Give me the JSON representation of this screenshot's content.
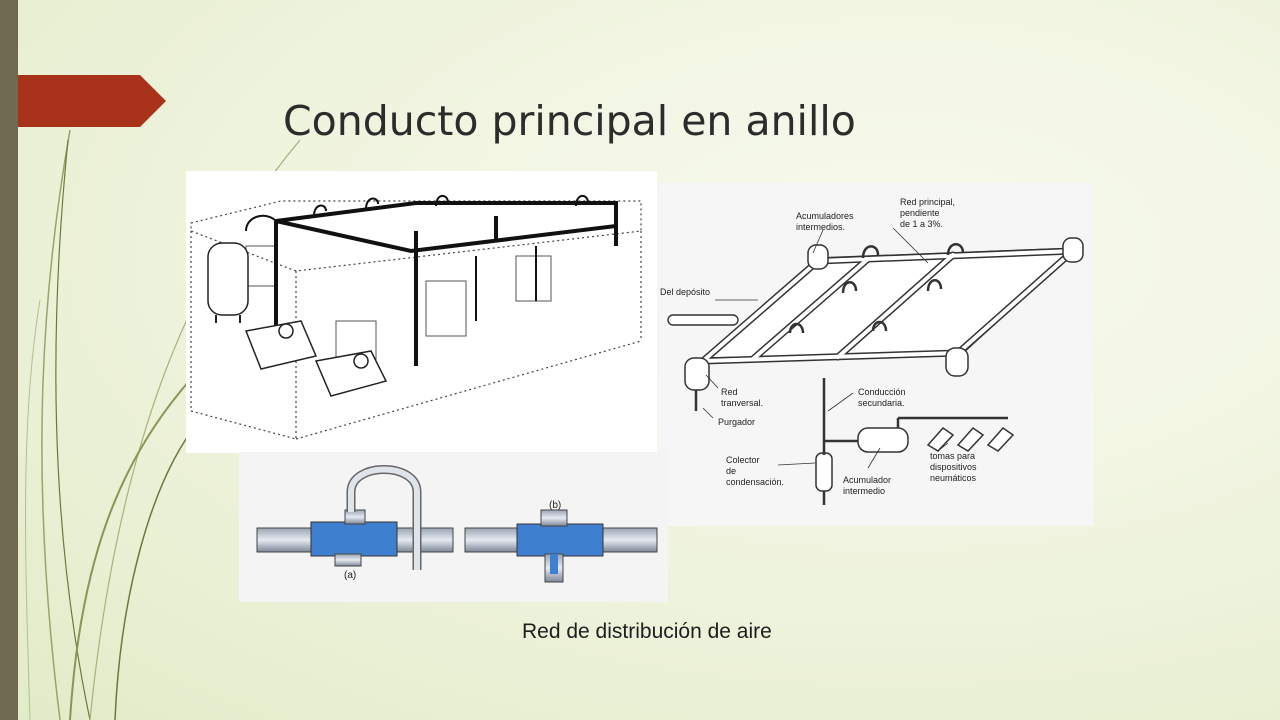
{
  "slide": {
    "title": "Conducto principal en anillo",
    "caption": "Red de distribución de aire"
  },
  "diagram_labels": {
    "from_tank": "Del depósito",
    "intermediate_accumulators": [
      "Acumuladores",
      "intermedios."
    ],
    "main_network": [
      "Red principal,",
      "pendiente",
      "de 1 a 3%."
    ],
    "transverse_network": [
      "Red",
      "tranversal."
    ],
    "drain": "Purgador",
    "secondary_line": [
      "Conducción",
      "secundaria."
    ],
    "condensate_collector": [
      "Colector",
      "de",
      "condensación."
    ],
    "intermediate_accumulator": [
      "Acumulador",
      "intermedio"
    ],
    "pneumatic_outlets": [
      "tomas para",
      "dispositivos",
      "neumáticos"
    ],
    "detail_a": "(a)",
    "detail_b": "(b)"
  },
  "colors": {
    "left_bar": "#6f6a4f",
    "accent_tab": "#a8321a",
    "background": "#eef3dc",
    "water": "#3f7fd0"
  }
}
